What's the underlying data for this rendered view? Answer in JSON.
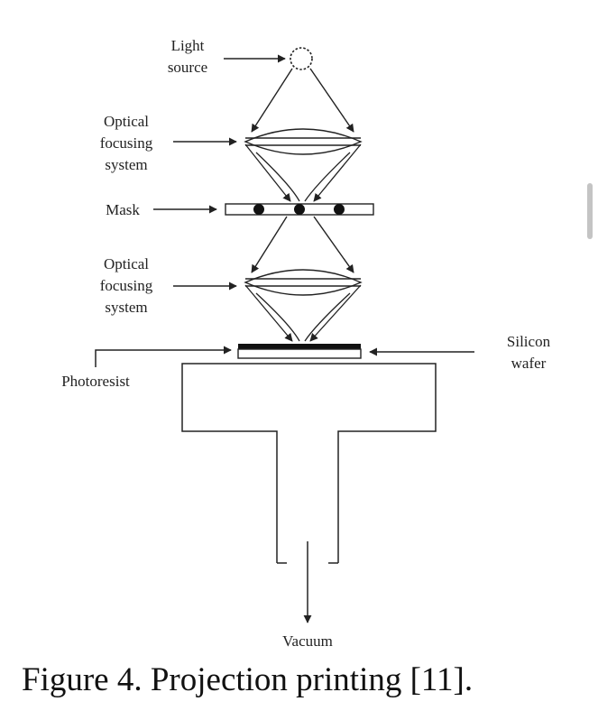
{
  "labels": {
    "light_source_1": "Light",
    "light_source_2": "source",
    "optical_top_1": "Optical",
    "optical_top_2": "focusing",
    "optical_top_3": "system",
    "mask": "Mask",
    "optical_bottom_1": "Optical",
    "optical_bottom_2": "focusing",
    "optical_bottom_3": "system",
    "silicon_1": "Silicon",
    "silicon_2": "wafer",
    "photoresist": "Photoresist",
    "vacuum": "Vacuum"
  },
  "caption": "Figure 4. Projection printing [11].",
  "colors": {
    "ink": "#222222",
    "scrollbar": "#c4c4c4"
  }
}
